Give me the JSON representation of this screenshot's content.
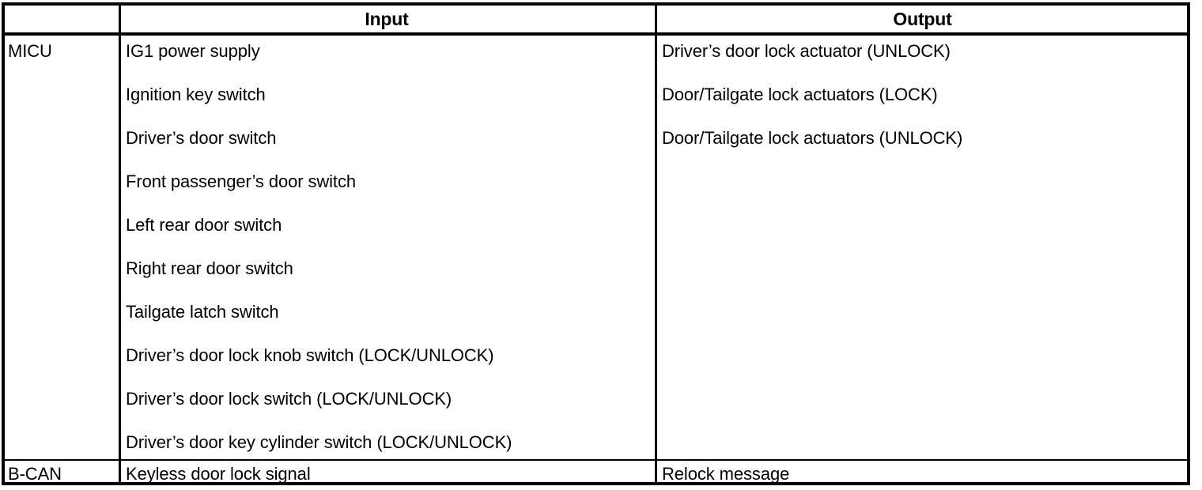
{
  "table": {
    "headers": {
      "module": "",
      "input": "Input",
      "output": "Output"
    },
    "rows": [
      {
        "module": "MICU",
        "inputs": [
          "IG1 power supply",
          "Ignition key switch",
          "Driver’s door switch",
          "Front passenger’s door switch",
          "Left rear door switch",
          "Right rear door switch",
          "Tailgate latch switch",
          "Driver’s door lock knob switch (LOCK/UNLOCK)",
          "Driver’s door lock switch (LOCK/UNLOCK)",
          "Driver’s door key cylinder switch (LOCK/UNLOCK)"
        ],
        "outputs": [
          "Driver’s door lock actuator (UNLOCK)",
          "Door/Tailgate lock actuators (LOCK)",
          "Door/Tailgate lock actuators (UNLOCK)"
        ]
      },
      {
        "module": "B-CAN",
        "inputs": [
          "Keyless door lock signal"
        ],
        "outputs": [
          "Relock message"
        ]
      }
    ]
  },
  "colors": {
    "border": "#000000",
    "text": "#000000",
    "background": "#ffffff"
  }
}
